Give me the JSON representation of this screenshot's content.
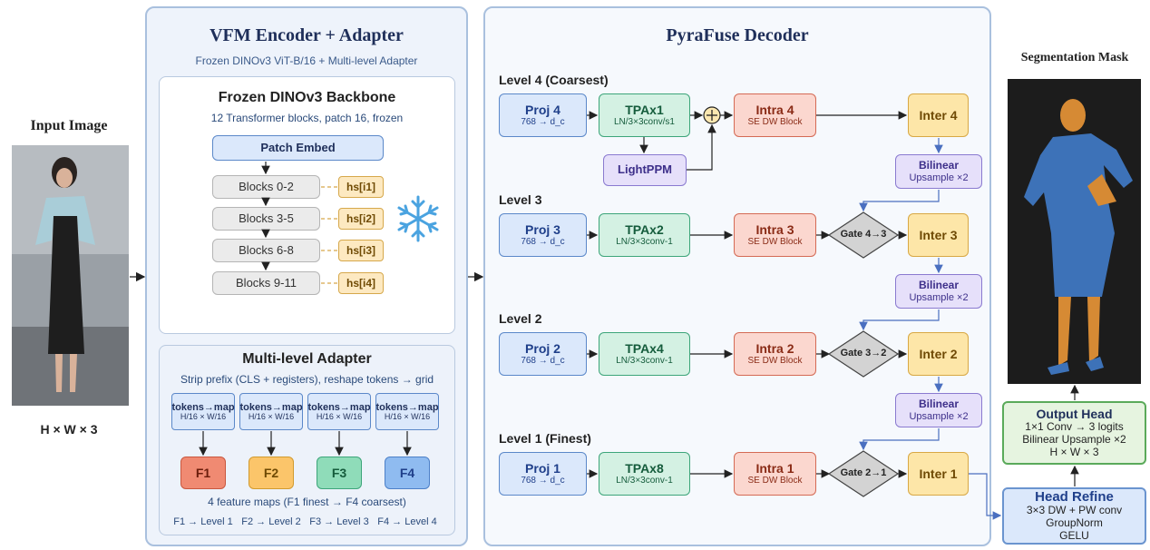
{
  "input": {
    "title": "Input Image",
    "size": "H × W × 3"
  },
  "output": {
    "title": "Segmentation Mask"
  },
  "encoder": {
    "title": "VFM Encoder + Adapter",
    "subtitle": "Frozen DINOv3 ViT-B/16 + Multi-level Adapter",
    "backbone": {
      "title": "Frozen DINOv3 Backbone",
      "subtitle": "12 Transformer blocks, patch 16, frozen",
      "patch_embed": "Patch Embed",
      "blocks": [
        "Blocks 0-2",
        "Blocks 3-5",
        "Blocks 6-8",
        "Blocks 9-11"
      ],
      "hidden_states": [
        "hs[i1]",
        "hs[i2]",
        "hs[i3]",
        "hs[i4]"
      ]
    },
    "adapter": {
      "title": "Multi-level Adapter",
      "subtitle": "Strip prefix (CLS + registers), reshape tokens → grid",
      "token_label": "tokens→map",
      "token_size": "H/16 × W/16",
      "features": [
        "F1",
        "F2",
        "F3",
        "F4"
      ],
      "features_note": "4 feature maps (F1 finest → F4 coarsest)",
      "mapping": [
        "F1 → Level 1",
        "F2 → Level 2",
        "F3 → Level 3",
        "F4 → Level 4"
      ]
    }
  },
  "decoder": {
    "title": "PyraFuse Decoder",
    "levels": [
      {
        "label": "Level 4 (Coarsest)",
        "proj": "Proj 4",
        "tpa": "TPAx1",
        "tpa_sub": "LN/3×3conv/s1",
        "intra": "Intra 4",
        "inter": "Inter 4"
      },
      {
        "label": "Level 3",
        "proj": "Proj 3",
        "tpa": "TPAx2",
        "tpa_sub": "LN/3×3conv-1",
        "intra": "Intra 3",
        "gate": "Gate 4→3",
        "inter": "Inter 3"
      },
      {
        "label": "Level 2",
        "proj": "Proj 2",
        "tpa": "TPAx4",
        "tpa_sub": "LN/3×3conv-1",
        "intra": "Intra 2",
        "gate": "Gate 3→2",
        "inter": "Inter 2"
      },
      {
        "label": "Level 1 (Finest)",
        "proj": "Proj 1",
        "tpa": "TPAx8",
        "tpa_sub": "LN/3×3conv-1",
        "intra": "Intra 1",
        "gate": "Gate 2→1",
        "inter": "Inter 1"
      }
    ],
    "proj_sub": "768 → d_c",
    "intra_sub": "SE DW Block",
    "lightppm": "LightPPM",
    "bilinear_title": "Bilinear",
    "bilinear_sub": "Upsample ×2"
  },
  "head_refine": {
    "title": "Head Refine",
    "lines": [
      "3×3 DW + PW conv",
      "GroupNorm",
      "GELU"
    ]
  },
  "output_head": {
    "title": "Output Head",
    "lines": [
      "1×1 Conv → 3 logits",
      "Bilinear Upsample ×2",
      "H × W × 3"
    ]
  },
  "colors": {
    "panel_border": "#a9c0de",
    "panel_bg": "#eef3fb",
    "proj": "#dbe8fb",
    "tpa": "#d4f1e3",
    "intra": "#fbd7cf",
    "inter": "#fde6a8",
    "bilinear": "#e6e0fa",
    "gate": "#d0d0d0"
  },
  "icons": {
    "snowflake": "snowflake-icon",
    "sum": "plus-circle-icon"
  }
}
